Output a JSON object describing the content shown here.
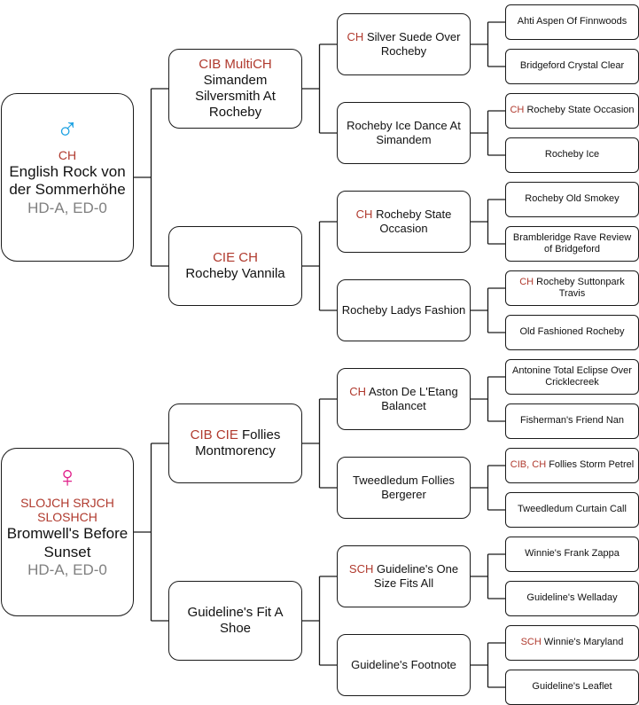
{
  "colors": {
    "title_text": "#b03a2e",
    "health_text": "#7f7f7f",
    "male_icon": "#1ba1e2",
    "female_icon": "#e0208a",
    "connector": "#1a1a1a"
  },
  "pedigree": {
    "sire": {
      "sex_icon": "male-symbol-icon",
      "title": "CH",
      "name": "English Rock von der Sommerhöhe",
      "health": "HD-A, ED-0",
      "sire": {
        "title": "CIB MultiCH",
        "name": "Simandem Silversmith At Rocheby",
        "sire": {
          "title": "CH",
          "name": "Silver Suede Over Rocheby",
          "sire": {
            "title": "",
            "name": "Ahti Aspen Of Finnwoods"
          },
          "dam": {
            "title": "",
            "name": "Bridgeford Crystal Clear"
          }
        },
        "dam": {
          "title": "",
          "name": "Rocheby Ice Dance At Simandem",
          "sire": {
            "title": "CH",
            "name": "Rocheby State Occasion"
          },
          "dam": {
            "title": "",
            "name": "Rocheby Ice"
          }
        }
      },
      "dam": {
        "title": "CIE CH",
        "name": "Rocheby Vannila",
        "sire": {
          "title": "CH",
          "name": "Rocheby State Occasion",
          "sire": {
            "title": "",
            "name": "Rocheby Old Smokey"
          },
          "dam": {
            "title": "",
            "name": "Brambleridge Rave Review of Bridgeford"
          }
        },
        "dam": {
          "title": "",
          "name": "Rocheby Ladys Fashion",
          "sire": {
            "title": "CH",
            "name": "Rocheby Suttonpark Travis"
          },
          "dam": {
            "title": "",
            "name": "Old Fashioned Rocheby"
          }
        }
      }
    },
    "dam": {
      "sex_icon": "female-symbol-icon",
      "title": "SLOJCH SRJCH SLOSHCH",
      "name": "Bromwell's Before Sunset",
      "health": "HD-A, ED-0",
      "sire": {
        "title": "CIB CIE",
        "name": "Follies Montmorency",
        "sire": {
          "title": "CH",
          "name": "Aston De L'Etang Balancet",
          "sire": {
            "title": "",
            "name": "Antonine Total Eclipse Over Cricklecreek"
          },
          "dam": {
            "title": "",
            "name": "Fisherman's Friend Nan"
          }
        },
        "dam": {
          "title": "",
          "name": "Tweedledum Follies Bergerer",
          "sire": {
            "title": "CIB, CH",
            "name": "Follies Storm Petrel"
          },
          "dam": {
            "title": "",
            "name": "Tweedledum Curtain Call"
          }
        }
      },
      "dam": {
        "title": "",
        "name": "Guideline's Fit A Shoe",
        "sire": {
          "title": "SCH",
          "name": "Guideline's One Size Fits All",
          "sire": {
            "title": "",
            "name": "Winnie's Frank Zappa"
          },
          "dam": {
            "title": "",
            "name": "Guideline's Welladay"
          }
        },
        "dam": {
          "title": "",
          "name": "Guideline's Footnote",
          "sire": {
            "title": "SCH",
            "name": "Winnie's Maryland"
          },
          "dam": {
            "title": "",
            "name": "Guideline's Leaflet"
          }
        }
      }
    }
  }
}
